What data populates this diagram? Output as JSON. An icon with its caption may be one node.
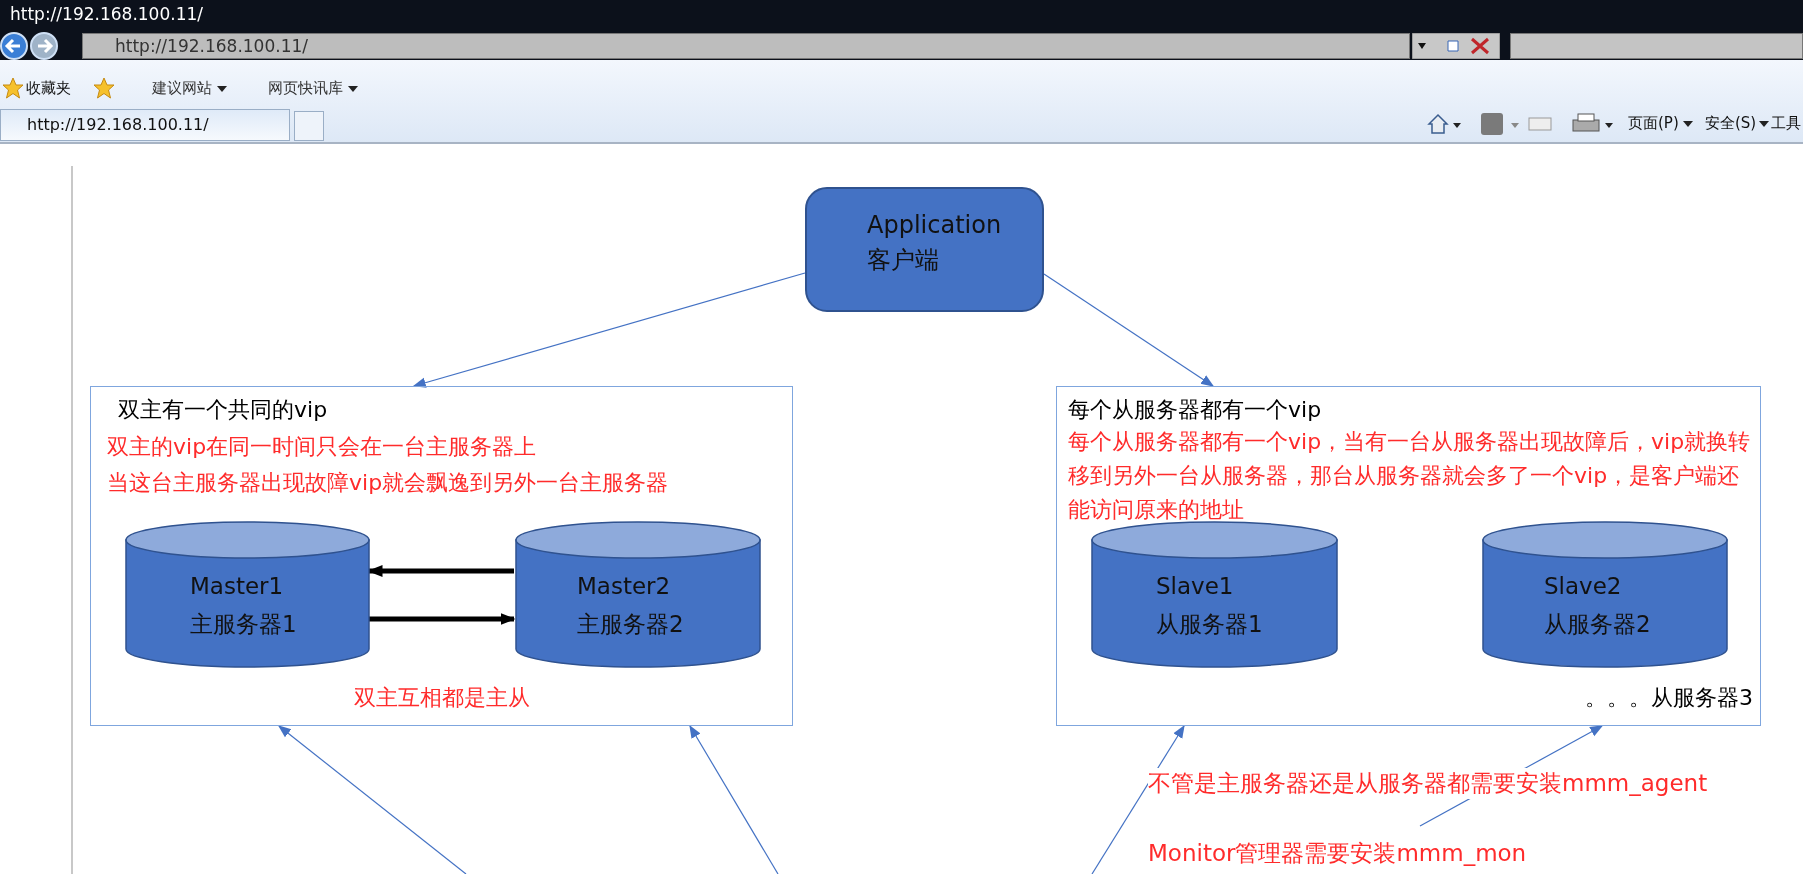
{
  "diagram": {
    "nodes": [
      {
        "text": [
          "Application",
          "客户端"
        ]
      },
      {
        "text": [
          "双主有一个共同的vip",
          "双主的vip在同一时间只会在一台主服务器上",
          "当这台主服务器出现故障vip就会飘逸到另外一台主服务器",
          "双主互相都是主从"
        ]
      },
      {
        "text": [
          "Master1",
          "主服务器1"
        ],
        "in": 1
      },
      {
        "text": [
          "Master2",
          "主服务器2"
        ],
        "in": 1
      },
      {
        "text": [
          "每个从服务器都有一个vip",
          "每个从服务器都有一个vip，当有一台从服务器出现故障后，vip就换转移到另外一台从服务器，那台从服务器就会多了一个vip，是客户端还能访问原来的地址",
          "。。。从服务器3"
        ]
      },
      {
        "text": [
          "Slave1",
          "从服务器1"
        ],
        "in": 4
      },
      {
        "text": [
          "Slave2",
          "从服务器2"
        ],
        "in": 4
      }
    ],
    "edges": [
      {
        "from": 0,
        "to": 1,
        "arrow": "to"
      },
      {
        "from": 0,
        "to": 4,
        "arrow": "to"
      },
      {
        "from": 3,
        "to": 2,
        "arrow": "to",
        "style": "thick",
        "color": "#000000"
      },
      {
        "from": 2,
        "to": 3,
        "arrow": "to",
        "style": "thick",
        "color": "#000000"
      },
      {
        "from": null,
        "to": 1,
        "arrow": "to"
      },
      {
        "from": null,
        "to": 1,
        "arrow": "to"
      },
      {
        "from": null,
        "to": 4,
        "arrow": "to"
      },
      {
        "from": null,
        "to": 4,
        "arrow": "to"
      }
    ],
    "labels": [
      "http://192.168.100.11/",
      "http://192.168.100.11/",
      "收藏夹",
      "建议网站",
      "网页快讯库",
      "http://192.168.100.11/",
      "页面(P)",
      "安全(S)",
      "工具",
      "不管是主服务器还是从服务器都需要安装mmm_agent",
      "Monitor管理器需要安装mmm_mon"
    ]
  }
}
